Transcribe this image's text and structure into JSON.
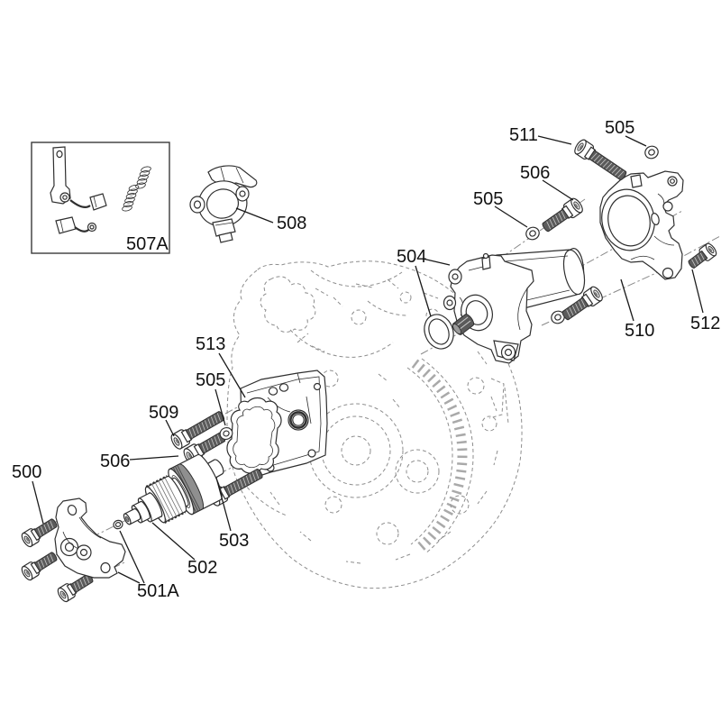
{
  "diagram": {
    "type": "exploded-parts-diagram",
    "subject": "starter motor assembly exploded view with engine case (hidden lines)",
    "colors": {
      "background": "#ffffff",
      "line": "#2f2f2f",
      "hidden_line": "#8d8d8d",
      "text": "#111111"
    },
    "callouts": [
      {
        "part": "500"
      },
      {
        "part": "501A"
      },
      {
        "part": "502"
      },
      {
        "part": "503"
      },
      {
        "part": "504"
      },
      {
        "part": "505"
      },
      {
        "part": "505"
      },
      {
        "part": "505"
      },
      {
        "part": "506"
      },
      {
        "part": "506"
      },
      {
        "part": "507A"
      },
      {
        "part": "508"
      },
      {
        "part": "509"
      },
      {
        "part": "510"
      },
      {
        "part": "511"
      },
      {
        "part": "512"
      },
      {
        "part": "513"
      }
    ]
  }
}
